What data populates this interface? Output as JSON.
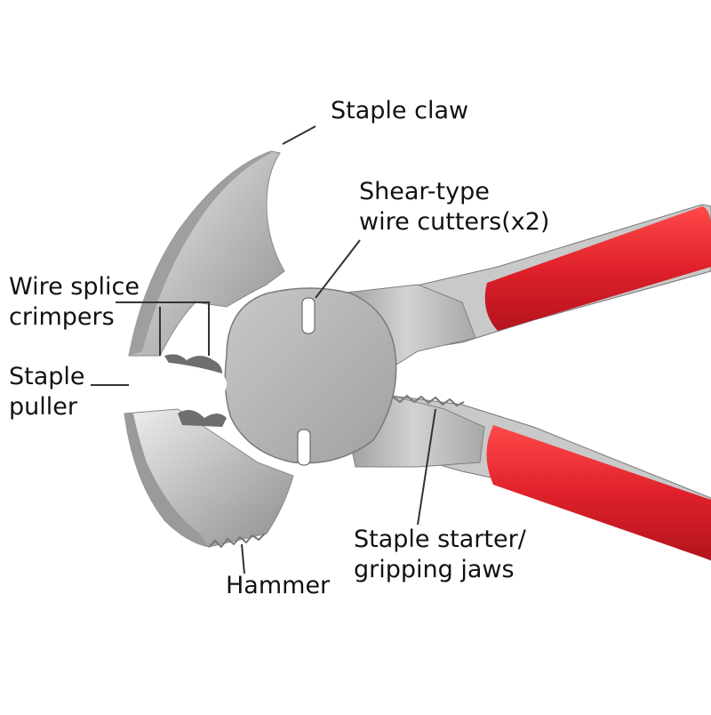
{
  "labels": {
    "staple_claw": "Staple claw",
    "shear_cutters_line1": "Shear-type",
    "shear_cutters_line2": "wire cutters(x2)",
    "wire_splice_line1": "Wire splice",
    "wire_splice_line2": "crimpers",
    "staple_puller_line1": "Staple",
    "staple_puller_line2": "puller",
    "staple_starter_line1": "Staple starter/",
    "staple_starter_line2": "gripping jaws",
    "hammer": "Hammer"
  },
  "colors": {
    "handle": "#e0212b",
    "handle_shade": "#b3141d",
    "steel_light": "#d9d9d9",
    "steel_mid": "#b5b5b5",
    "steel_dark": "#8a8a8a",
    "leader_line": "#333333"
  }
}
